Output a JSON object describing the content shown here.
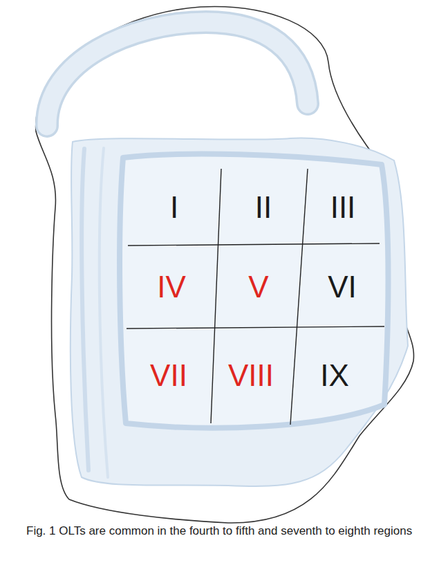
{
  "diagram": {
    "caption": "Fig. 1 OLTs are common in the fourth to fifth and seventh to eighth regions",
    "nodes": [
      {
        "text": [
          "I"
        ]
      },
      {
        "text": [
          "II"
        ]
      },
      {
        "text": [
          "III"
        ]
      },
      {
        "text": [
          "IV"
        ]
      },
      {
        "text": [
          "V"
        ]
      },
      {
        "text": [
          "VI"
        ]
      },
      {
        "text": [
          "VII"
        ]
      },
      {
        "text": [
          "VIII"
        ]
      },
      {
        "text": [
          "IX"
        ]
      }
    ]
  }
}
